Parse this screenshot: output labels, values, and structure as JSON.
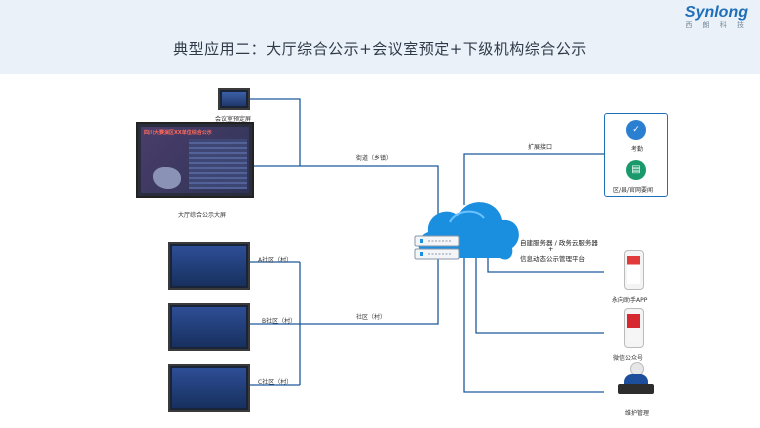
{
  "header": {
    "title": "典型应用二：大厅综合公示+会议室预定+下级机构综合公示"
  },
  "logo": {
    "brand": "Synlong",
    "sub": "西 朗 科 技"
  },
  "left": {
    "meeting_room_label": "会议室预定屏",
    "hall_screen_label": "大厅综合公示大屏",
    "big_screen_title": "四川大赛演区XX单位综合公示",
    "community_a": "A社区（村）",
    "community_b": "B社区（村）",
    "community_c": "C社区（村）"
  },
  "links": {
    "street": "街道（乡镇）",
    "community": "社区（村）",
    "extension": "扩展接口"
  },
  "center": {
    "server_line1": "自建服务器 / 政务云服务器",
    "server_line2": "+",
    "server_line3": "信息动态公示管理平台"
  },
  "right": {
    "attendance_label": "考勤",
    "district_label": "区/县/官网要闻",
    "app_label": "永向助手APP",
    "wechat_label": "微信公众号",
    "maintenance_label": "维护管理"
  },
  "colors": {
    "line": "#1d5a9c",
    "cloud": "#1a8fe0",
    "accent": "#1f6fb8"
  }
}
